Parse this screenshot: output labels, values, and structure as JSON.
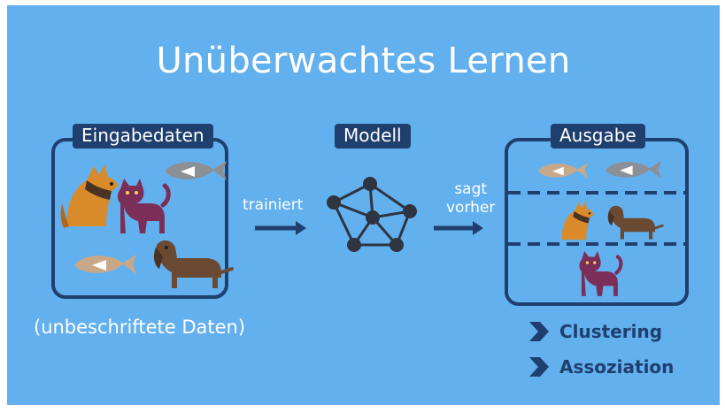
{
  "title": "Unüberwachtes Lernen",
  "input": {
    "label": "Eingabedaten",
    "caption": "(unbeschriftete Daten)"
  },
  "model": {
    "label": "Modell"
  },
  "output": {
    "label": "Ausgabe"
  },
  "arrows": {
    "train_label": "trainiert",
    "predict_label": [
      "sagt",
      "vorher"
    ]
  },
  "methods": [
    "Clustering",
    "Assoziation"
  ],
  "icons": [
    "dog-icon",
    "cat-icon",
    "fish-icon",
    "dachshund-icon",
    "neural-network-icon",
    "arrow-right-icon",
    "chevron-right-icon"
  ],
  "colors": {
    "background": "#63b0ee",
    "navy": "#1f3f6e",
    "white": "#ffffff"
  }
}
